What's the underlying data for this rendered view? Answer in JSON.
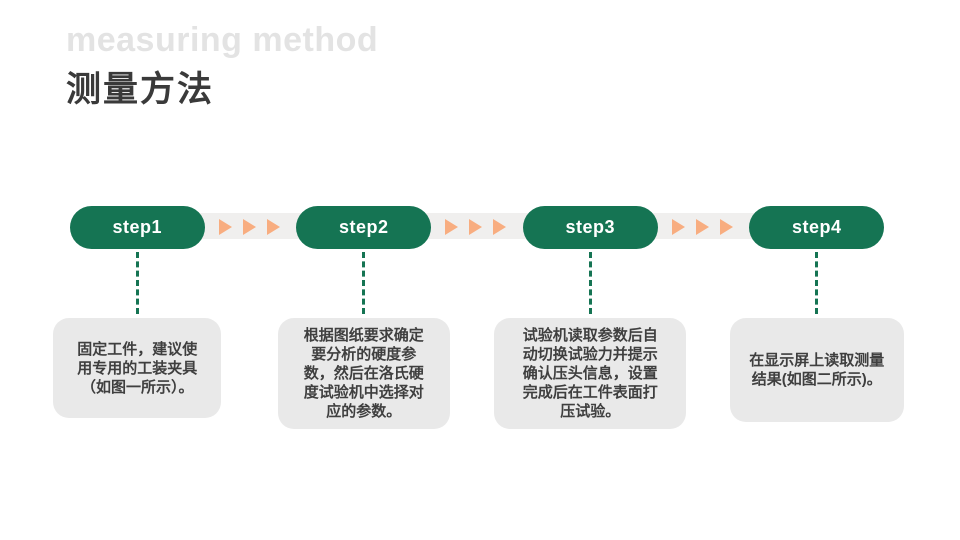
{
  "slide": {
    "subtitle_en": "measuring method",
    "title_zh": "测量方法"
  },
  "colors": {
    "step_green": "#157453",
    "arrow_orange": "#f8ad80",
    "track_gray": "#f0efee",
    "box_gray": "#e9e9e9"
  },
  "steps": [
    {
      "label": "step1",
      "description": "固定工件，建议使\n用专用的工装夹具\n（如图一所示）。"
    },
    {
      "label": "step2",
      "description": "根据图纸要求确定\n要分析的硬度参\n数，然后在洛氏硬\n度试验机中选择对\n应的参数。"
    },
    {
      "label": "step3",
      "description": "试验机读取参数后自\n动切换试验力并提示\n确认压头信息，设置\n完成后在工件表面打\n压试验。"
    },
    {
      "label": "step4",
      "description": "在显示屏上读取测量\n结果(如图二所示)。"
    }
  ]
}
